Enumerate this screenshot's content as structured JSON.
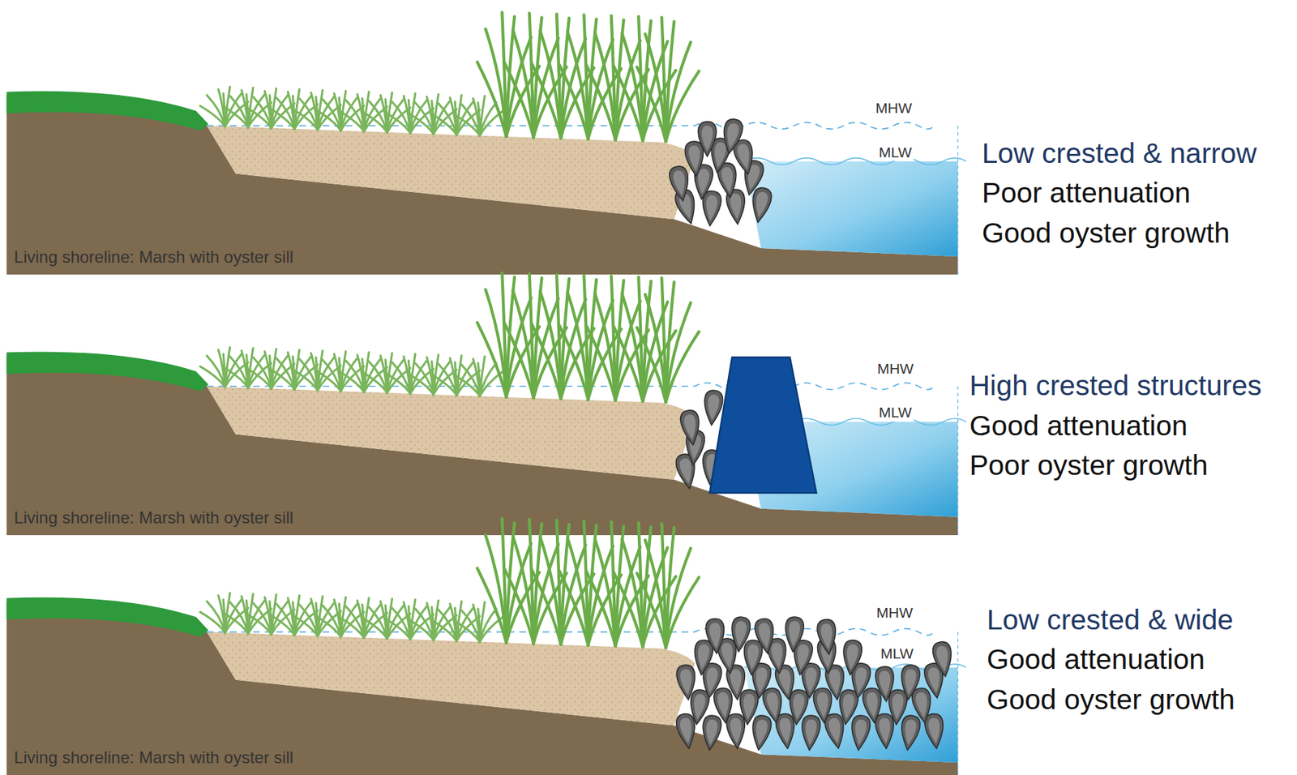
{
  "diagram": {
    "labels": [
      "MHW",
      "MLW",
      "Low crested & narrow",
      "Poor attenuation",
      "Good oyster growth",
      "Living shoreline: Marsh with oyster sill",
      "MHW",
      "MLW",
      "High crested structures",
      "Good attenuation",
      "Poor oyster growth",
      "Living shoreline: Marsh with oyster sill",
      "MHW",
      "MLW",
      "Low crested & wide",
      "Good attenuation",
      "Good oyster growth",
      "Living shoreline: Marsh with oyster sill"
    ]
  }
}
